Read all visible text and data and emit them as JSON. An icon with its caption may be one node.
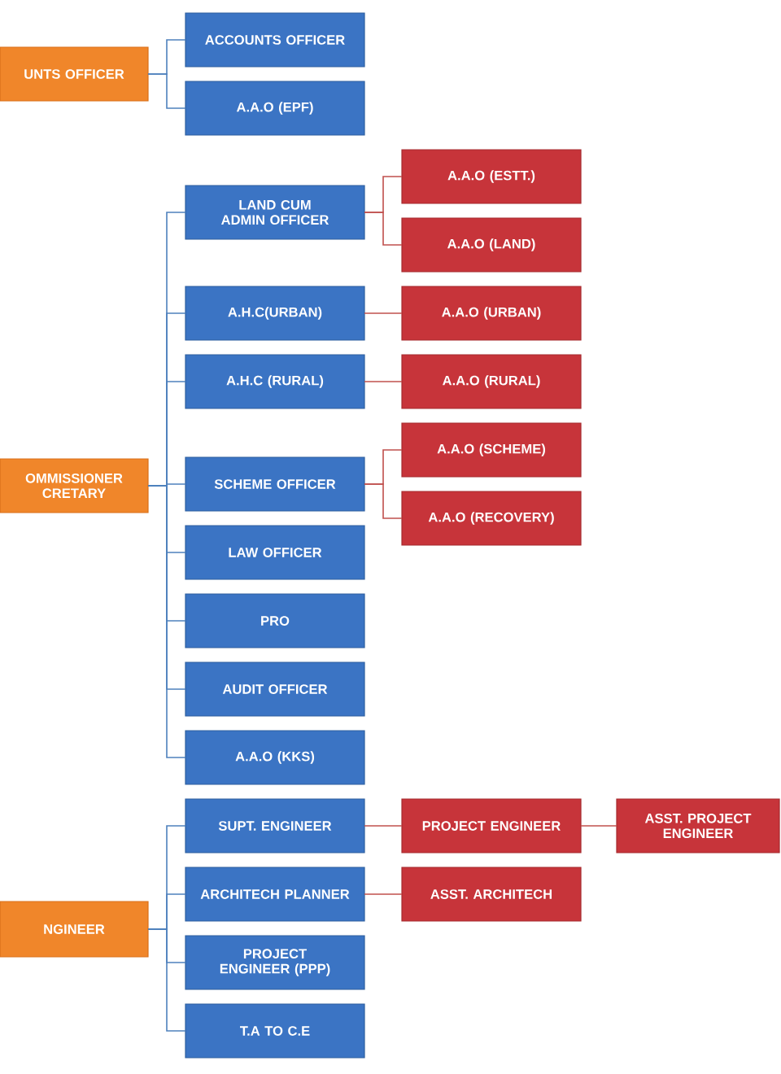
{
  "diagram": {
    "nodes": [
      {
        "text": [
          "UNTS OFFICER"
        ]
      },
      {
        "text": [
          "ACCOUNTS OFFICER"
        ]
      },
      {
        "text": [
          "A.A.O (EPF)"
        ]
      },
      {
        "text": [
          "OMMISSIONER CRETARY"
        ]
      },
      {
        "text": [
          "LAND CUM ADMIN OFFICER"
        ]
      },
      {
        "text": [
          "A.H.C(URBAN)"
        ]
      },
      {
        "text": [
          "A.H.C (RURAL)"
        ]
      },
      {
        "text": [
          "SCHEME OFFICER"
        ]
      },
      {
        "text": [
          "LAW OFFICER"
        ]
      },
      {
        "text": [
          "PRO"
        ]
      },
      {
        "text": [
          "AUDIT OFFICER"
        ]
      },
      {
        "text": [
          "A.A.O (KKS)"
        ]
      },
      {
        "text": [
          "A.A.O (ESTT.)"
        ]
      },
      {
        "text": [
          "A.A.O (LAND)"
        ]
      },
      {
        "text": [
          "A.A.O (URBAN)"
        ]
      },
      {
        "text": [
          "A.A.O (RURAL)"
        ]
      },
      {
        "text": [
          "A.A.O (SCHEME)"
        ]
      },
      {
        "text": [
          "A.A.O (RECOVERY)"
        ]
      },
      {
        "text": [
          "NGINEER"
        ]
      },
      {
        "text": [
          "SUPT. ENGINEER"
        ]
      },
      {
        "text": [
          "ARCHITECH PLANNER"
        ]
      },
      {
        "text": [
          "PROJECT ENGINEER (PPP)"
        ]
      },
      {
        "text": [
          "T.A TO C.E"
        ]
      },
      {
        "text": [
          "PROJECT ENGINEER"
        ]
      },
      {
        "text": [
          "ASST. PROJECT ENGINEER"
        ]
      },
      {
        "text": [
          "ASST. ARCHITECH"
        ]
      }
    ],
    "edges": [
      {
        "from": 0,
        "to": 1,
        "arrow": "none"
      },
      {
        "from": 0,
        "to": 2,
        "arrow": "none"
      },
      {
        "from": 3,
        "to": 4,
        "arrow": "none"
      },
      {
        "from": 3,
        "to": 5,
        "arrow": "none"
      },
      {
        "from": 3,
        "to": 6,
        "arrow": "none"
      },
      {
        "from": 3,
        "to": 7,
        "arrow": "none"
      },
      {
        "from": 3,
        "to": 8,
        "arrow": "none"
      },
      {
        "from": 3,
        "to": 9,
        "arrow": "none"
      },
      {
        "from": 3,
        "to": 10,
        "arrow": "none"
      },
      {
        "from": 3,
        "to": 11,
        "arrow": "none"
      },
      {
        "from": 4,
        "to": 12,
        "arrow": "none",
        "color": "#c0504d"
      },
      {
        "from": 4,
        "to": 13,
        "arrow": "none",
        "color": "#c0504d"
      },
      {
        "from": 5,
        "to": 14,
        "arrow": "none",
        "color": "#c0504d"
      },
      {
        "from": 6,
        "to": 15,
        "arrow": "none",
        "color": "#c0504d"
      },
      {
        "from": 7,
        "to": 16,
        "arrow": "none",
        "color": "#c0504d"
      },
      {
        "from": 7,
        "to": 17,
        "arrow": "none",
        "color": "#c0504d"
      },
      {
        "from": 18,
        "to": 19,
        "arrow": "none"
      },
      {
        "from": 18,
        "to": 20,
        "arrow": "none"
      },
      {
        "from": 18,
        "to": 21,
        "arrow": "none"
      },
      {
        "from": 18,
        "to": 22,
        "arrow": "none"
      },
      {
        "from": 19,
        "to": 23,
        "arrow": "none",
        "color": "#c0504d"
      },
      {
        "from": 23,
        "to": 24,
        "arrow": "none",
        "color": "#c0504d"
      },
      {
        "from": 20,
        "to": 25,
        "arrow": "none",
        "color": "#c0504d"
      }
    ]
  }
}
